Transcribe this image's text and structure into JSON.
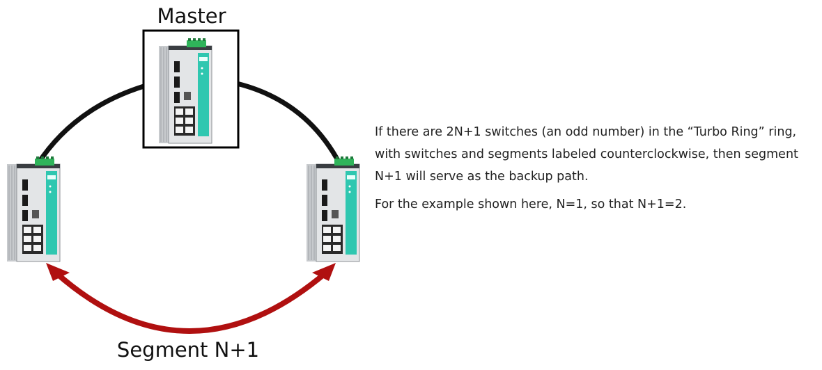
{
  "labels": {
    "master": "Master",
    "segment": "Segment N+1"
  },
  "description": {
    "paragraph1": "If there are 2N+1 switches (an odd number) in the “Turbo Ring” ring, with switches and segments labeled counterclockwise, then segment N+1 will serve as the backup path.",
    "paragraph2": "For the example shown here, N=1, so that N+1=2."
  },
  "colors": {
    "ring_link": "#111111",
    "backup_arrow": "#b01010",
    "switch_body": "#d9dcdf",
    "switch_panel": "#2fc7b0",
    "terminal_block": "#2fb45a"
  }
}
